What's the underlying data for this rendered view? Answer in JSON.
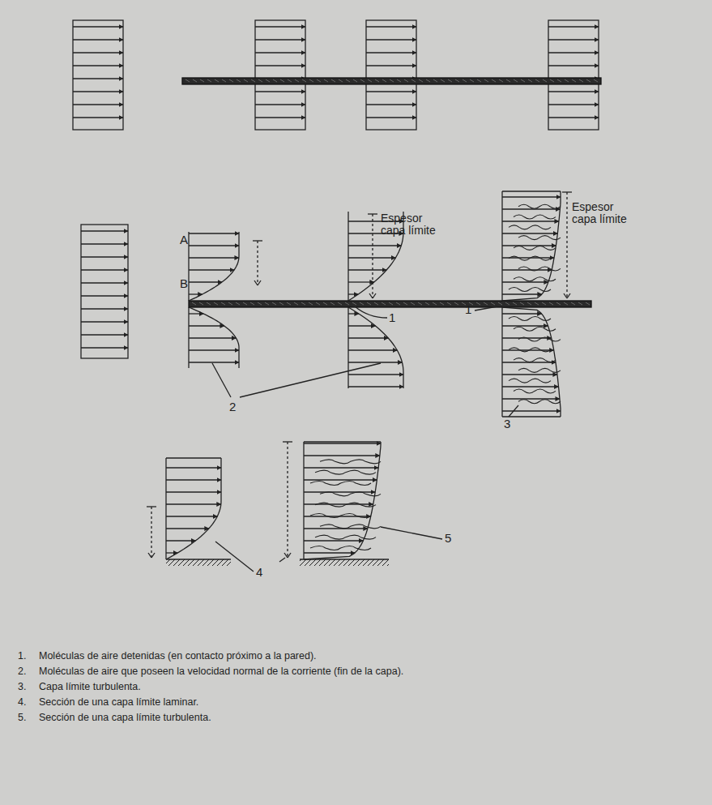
{
  "diagram": {
    "labels": [
      "A",
      "B",
      "Espesor capa límite",
      "Espesor capa límite",
      "1",
      "1",
      "2",
      "3",
      "4",
      "5",
      "1.",
      "Moléculas de aire detenidas (en contacto próximo a la pared).",
      "2.",
      "Moléculas de aire que poseen la velocidad normal de la corriente (fin de la capa).",
      "3.",
      "Capa límite turbulenta.",
      "4.",
      "Sección de una capa límite laminar.",
      "5.",
      "Sección de una capa límite turbulenta."
    ]
  }
}
